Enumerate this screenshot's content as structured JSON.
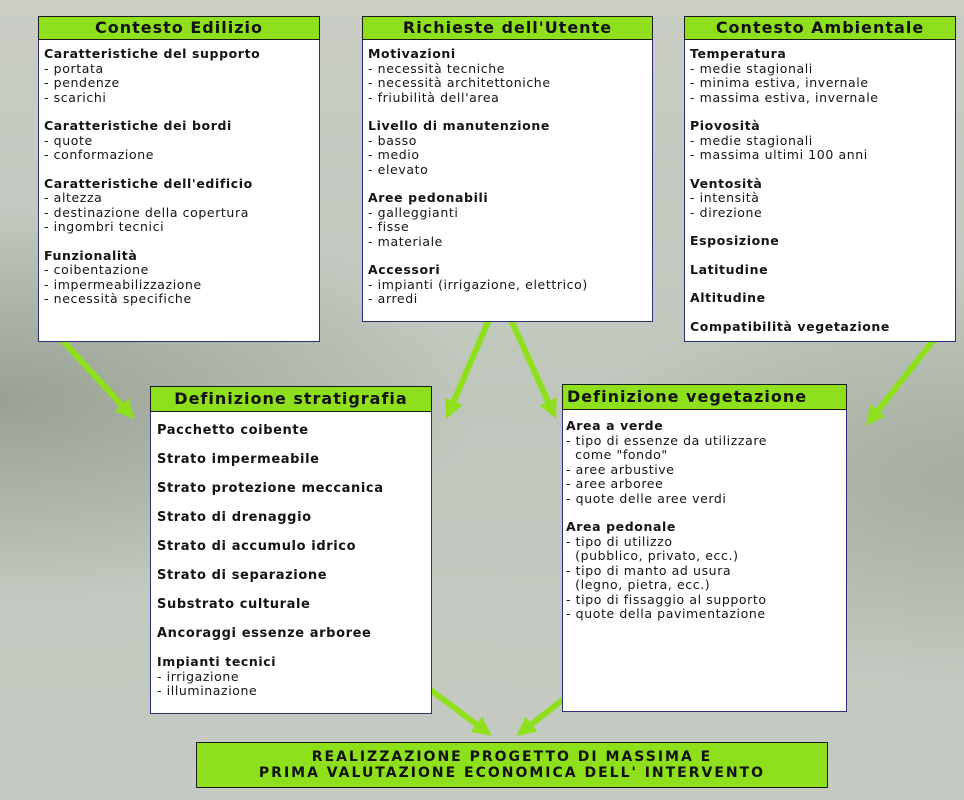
{
  "contesto_edilizio": {
    "title": "Contesto Edilizio",
    "groups": [
      {
        "heading": "Caratteristiche del supporto",
        "items": [
          "- portata",
          "- pendenze",
          "- scarichi"
        ]
      },
      {
        "heading": "Caratteristiche dei bordi",
        "items": [
          "- quote",
          "- conformazione"
        ]
      },
      {
        "heading": "Caratteristiche dell'edificio",
        "items": [
          "- altezza",
          "- destinazione della copertura",
          "- ingombri tecnici"
        ]
      },
      {
        "heading": "Funzionalità",
        "items": [
          "- coibentazione",
          "- impermeabilizzazione",
          "- necessità specifiche"
        ]
      }
    ]
  },
  "richieste_utente": {
    "title": "Richieste dell'Utente",
    "groups": [
      {
        "heading": "Motivazioni",
        "items": [
          "- necessità tecniche",
          "- necessità architettoniche",
          "- friubilità dell'area"
        ]
      },
      {
        "heading": "Livello di manutenzione",
        "items": [
          "- basso",
          "- medio",
          "- elevato"
        ]
      },
      {
        "heading": "Aree pedonabili",
        "items": [
          "- galleggianti",
          "- fisse",
          "- materiale"
        ]
      },
      {
        "heading": "Accessori",
        "items": [
          "- impianti (irrigazione, elettrico)",
          "- arredi"
        ]
      }
    ]
  },
  "contesto_ambientale": {
    "title": "Contesto Ambientale",
    "groups": [
      {
        "heading": "Temperatura",
        "items": [
          "- medie stagionali",
          "- minima estiva, invernale",
          "- massima estiva, invernale"
        ]
      },
      {
        "heading": "Piovosità",
        "items": [
          "- medie stagionali",
          "- massima ultimi 100 anni"
        ]
      },
      {
        "heading": "Ventosità",
        "items": [
          "- intensità",
          "- direzione"
        ]
      },
      {
        "heading": "Esposizione",
        "items": []
      },
      {
        "heading": "Latitudine",
        "items": []
      },
      {
        "heading": "Altitudine",
        "items": []
      },
      {
        "heading": "Compatibilità vegetazione",
        "items": []
      }
    ]
  },
  "stratigrafia": {
    "title": "Definizione stratigrafia",
    "layers": [
      "Pacchetto coibente",
      "Strato impermeabile",
      "Strato protezione meccanica",
      "Strato di drenaggio",
      "Strato di accumulo idrico",
      "Strato di separazione",
      "Substrato culturale",
      "Ancoraggi essenze arboree"
    ],
    "impianti": {
      "heading": "Impianti tecnici",
      "items": [
        "- irrigazione",
        "- illuminazione"
      ]
    }
  },
  "vegetazione": {
    "title": "Definizione vegetazione",
    "groups": [
      {
        "heading": "Area a verde",
        "items": [
          "- tipo di essenze da utilizzare",
          "  come \"fondo\"",
          "- aree arbustive",
          "- aree arboree",
          "- quote delle aree verdi"
        ]
      },
      {
        "heading": "Area pedonale",
        "items": [
          "- tipo di utilizzo",
          "  (pubblico, privato, ecc.)",
          "- tipo di manto ad usura",
          "  (legno, pietra, ecc.)",
          "- tipo di fissaggio al supporto",
          "- quote della pavimentazione"
        ]
      }
    ]
  },
  "final": {
    "line1": "REALIZZAZIONE PROGETTO DI MASSIMA E",
    "line2": "PRIMA VALUTAZIONE ECONOMICA DELL' INTERVENTO"
  },
  "colors": {
    "accent": "#8fe01c",
    "border": "#2d2f7a"
  }
}
